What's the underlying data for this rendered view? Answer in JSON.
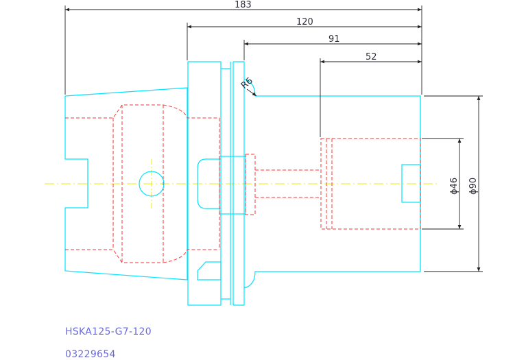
{
  "drawing": {
    "dimensions": {
      "overall_length": "183",
      "gauge_length": "120",
      "body_length": "91",
      "bore_depth": "52",
      "radius": "R6",
      "bore_diameter": "ϕ46",
      "outer_diameter": "ϕ90"
    },
    "part_name": "HSKA125-G7-120",
    "part_number": "03229654",
    "colors": {
      "outline": "#00e5ff",
      "hidden": "#ff3333",
      "centerline": "#f0f000",
      "dimension": "#222222",
      "label": "#6a6ad8"
    }
  }
}
